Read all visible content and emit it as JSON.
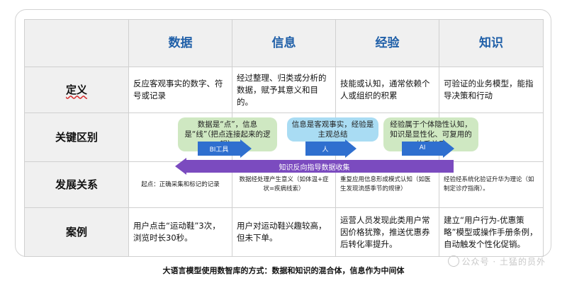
{
  "columns": [
    "数据",
    "信息",
    "经验",
    "知识"
  ],
  "rows": [
    {
      "label": "定义",
      "cells": [
        "反应客观事实的数字、符号或记录",
        "经过整理、归类或分析的数据，赋予其意义和目的。",
        "技能或认知，通常依赖个人或组织的积累",
        "可验证的业务模型，能指导决策和行动"
      ]
    },
    {
      "label": "关键区别"
    },
    {
      "label": "发展关系",
      "cells": [
        "起点：正确采集和标记的记录",
        "数据经处理产生意义（如体温+症状=疾病线索）",
        "重复应用信息形成模式认知（如医生发现流感季节的规律）",
        "经验经系统化验证升华为理论（如制定诊疗指南）。"
      ]
    },
    {
      "label": "案例",
      "cells": [
        "用户点击“运动鞋”3次，浏览时长30秒。",
        "用户对运动鞋兴趣较高，但未下单。",
        "运营人员发现此类用户常因价格犹豫，推送优惠券后转化率提升。",
        "建立“用户行为-优惠策略”模型或操作手册条例，自动触发个性化促销。"
      ]
    }
  ],
  "key_bubbles": [
    {
      "text": "数据是“点”，信息是“线”（把点连接起来的逻辑）",
      "style": "green"
    },
    {
      "text": "信息是客观事实，经验是主观总结",
      "style": "blue"
    },
    {
      "text": "经验属于个体隐性认知，知识是显性化、可复用的体系单元",
      "style": "green"
    }
  ],
  "arrows": [
    {
      "label": "BI工具"
    },
    {
      "label": "人"
    },
    {
      "label": "AI"
    }
  ],
  "feedback_arrow": {
    "label": "知识反向指导数据收集",
    "color": "#7b4bbf"
  },
  "caption": "大语言模型使用数智库的方式：数据和知识的混合体，信息作为中间体",
  "watermark": "公众号 · 土猛的员外",
  "colors": {
    "header_text": "#1f5fa8",
    "arrow_blue": "#2f6fcf",
    "arrow_purple": "#7b4bbf",
    "bubble_green": "#cfe8c2",
    "bubble_blue": "#a9dcf3"
  }
}
